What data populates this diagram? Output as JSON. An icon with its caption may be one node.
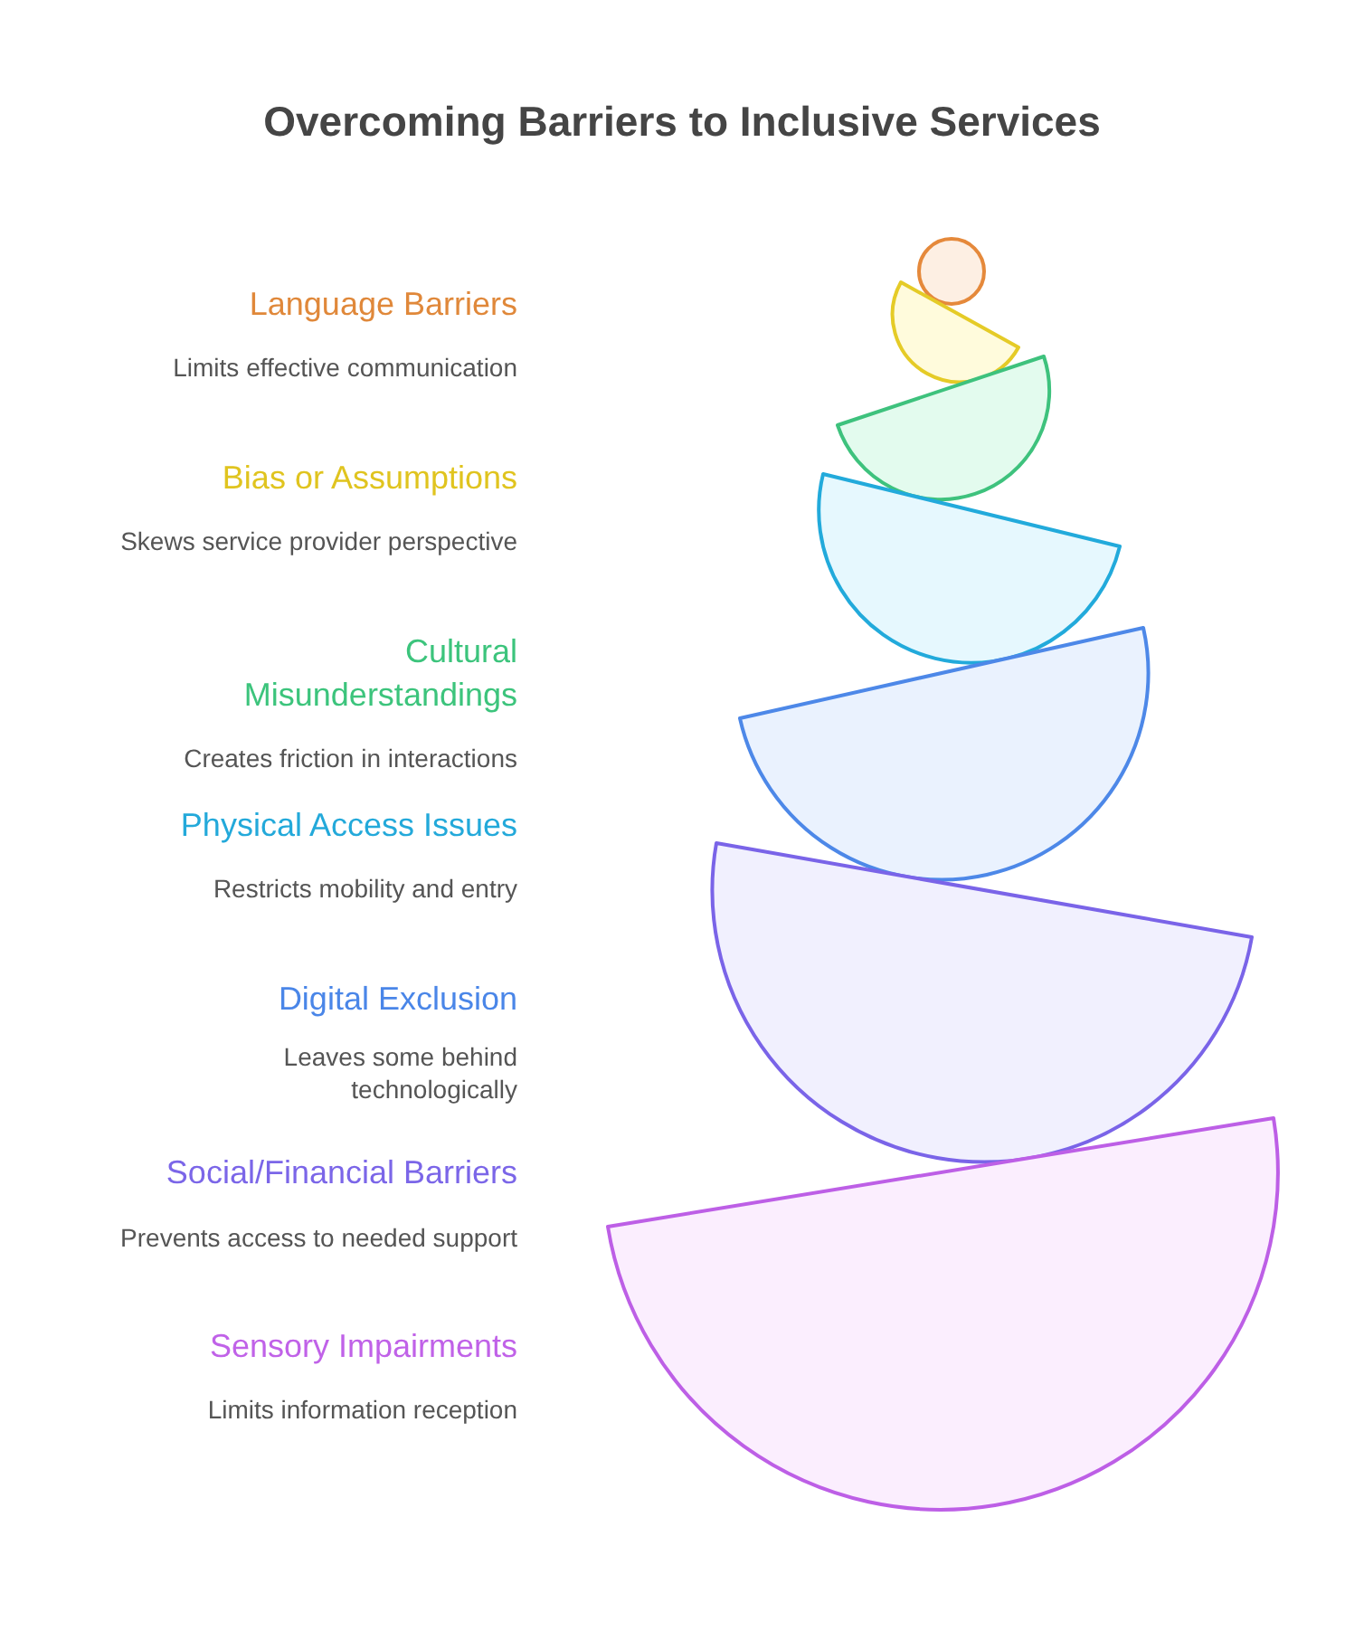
{
  "diagram": {
    "title": "Overcoming Barriers to Inclusive Services",
    "labels": [
      "Language Barriers",
      "Limits effective communication",
      "Bias or Assumptions",
      "Skews service provider perspective",
      "Cultural Misunderstandings",
      "Creates friction in interactions",
      "Physical Access Issues",
      "Restricts mobility and entry",
      "Digital Exclusion",
      "Leaves some behind technologically",
      "Social/Financial Barriers",
      "Prevents access to needed support",
      "Sensory Impairments",
      "Limits information reception"
    ]
  }
}
